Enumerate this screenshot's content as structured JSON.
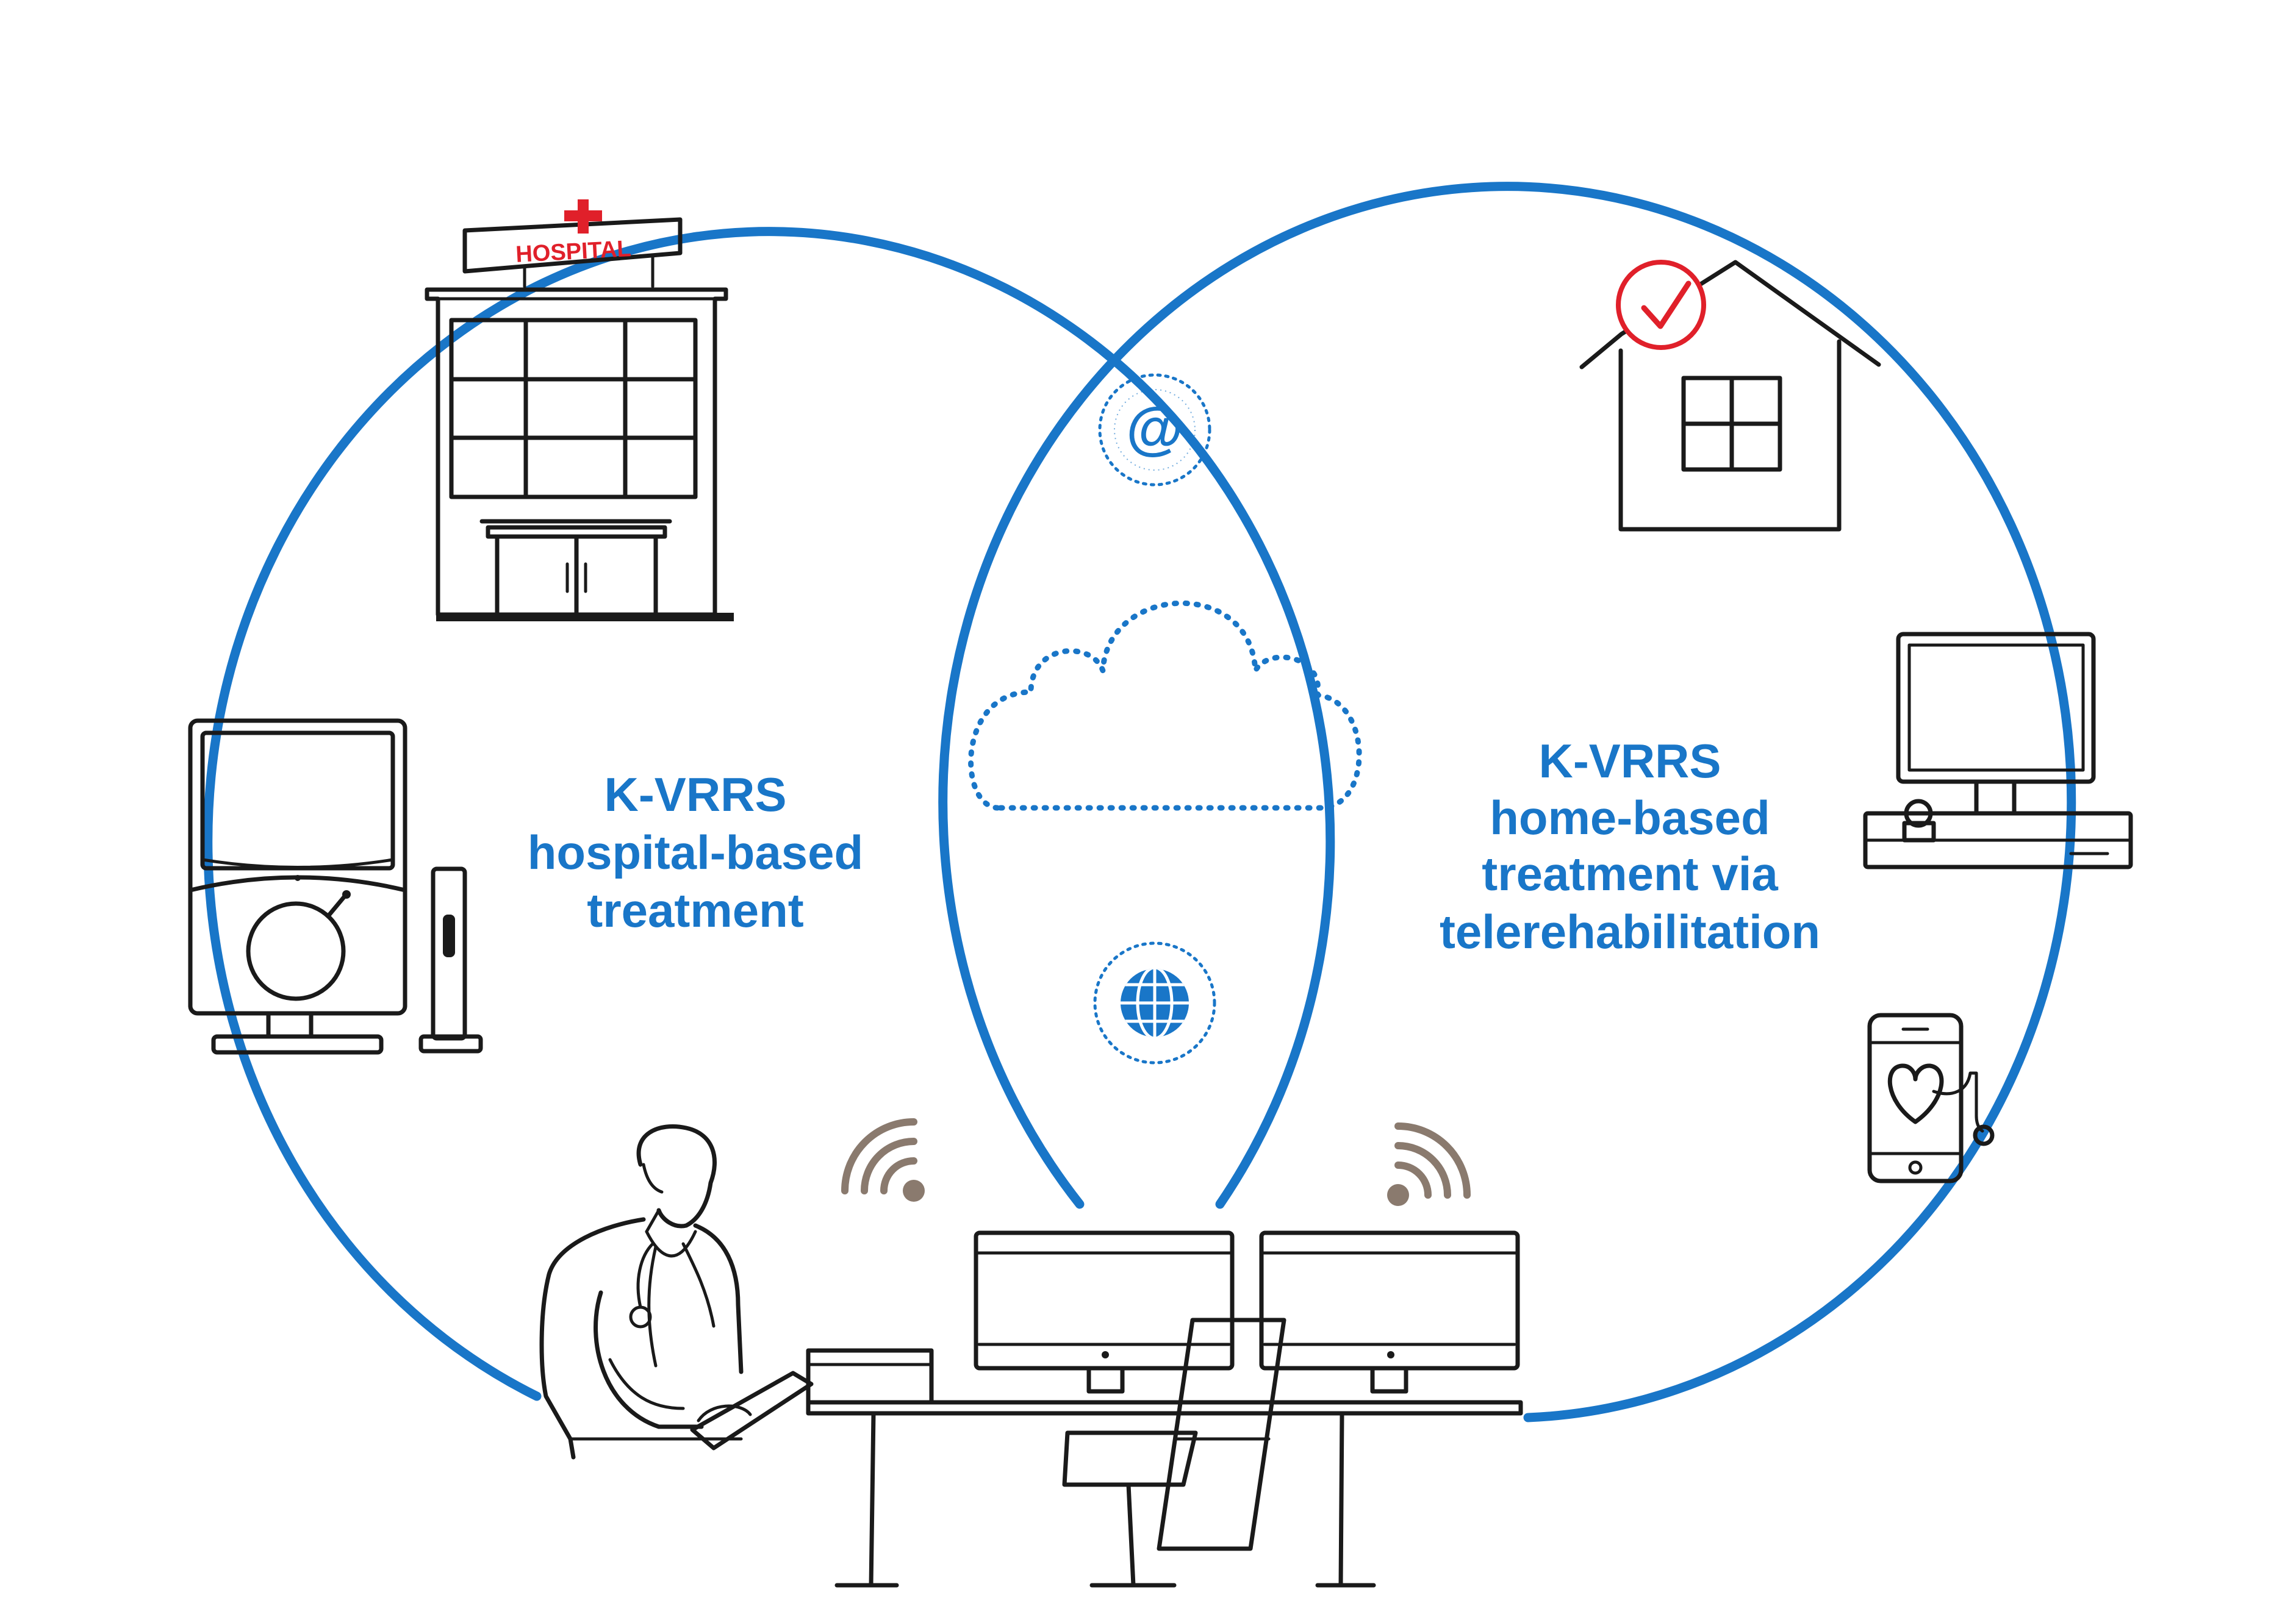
{
  "colors": {
    "circle_blue": "#1976c8",
    "label_blue": "#1976c8",
    "wifi_brown": "#8a7a6e",
    "hospital_red": "#e0202a",
    "ink": "#1a1a1a"
  },
  "hospital": {
    "sign_text": "HOSPITAL",
    "icon": "hospital-building-icon"
  },
  "labels": {
    "hospital": {
      "line1": "K-VRRS",
      "line2": "hospital-based",
      "line3": "treatment"
    },
    "home": {
      "line1": "K-VRRS",
      "line2": "home-based",
      "line3": "treatment via",
      "line4": "telerehabilitation"
    }
  },
  "center": {
    "email_symbol": "@",
    "icons": [
      "email-at-icon",
      "cloud-icon",
      "globe-icon"
    ]
  },
  "icons": {
    "left": [
      "hospital-building-icon",
      "vr-rehab-device-icon"
    ],
    "right": [
      "house-check-icon",
      "home-computer-icon",
      "smartphone-health-icon"
    ],
    "bottom": [
      "doctor-figure-icon",
      "wifi-left-icon",
      "wifi-right-icon",
      "workstation-desk-icon"
    ]
  }
}
